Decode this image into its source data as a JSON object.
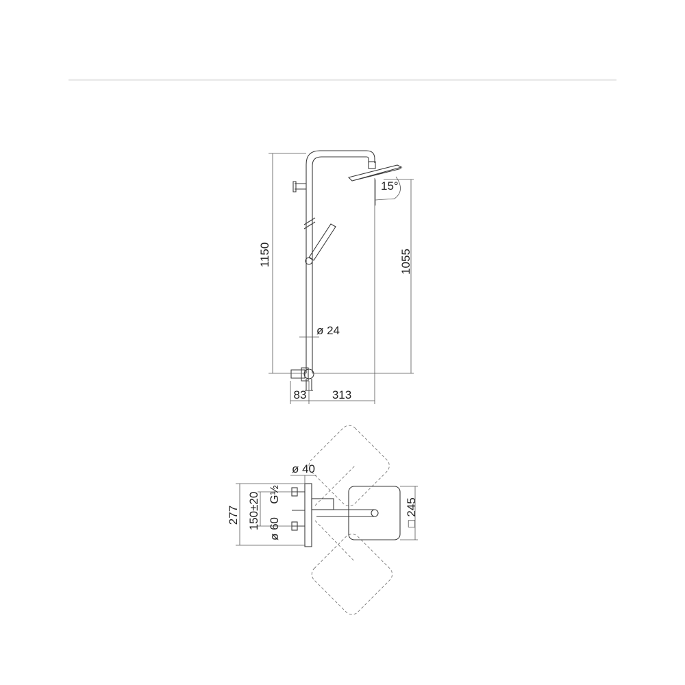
{
  "elevation": {
    "total_height": "1150",
    "head_height": "1055",
    "tilt_angle": "15°",
    "pipe_diameter": "ø 24",
    "offset_left": "83",
    "arm_length": "313"
  },
  "plan": {
    "valve_diameter": "ø 40",
    "thread": "G½",
    "overall": "277",
    "centers": "150±20",
    "escutcheon": "ø 60",
    "head_size": "□ 245"
  },
  "colors": {
    "line": "#3a3a3a",
    "rule": "#ececec"
  }
}
